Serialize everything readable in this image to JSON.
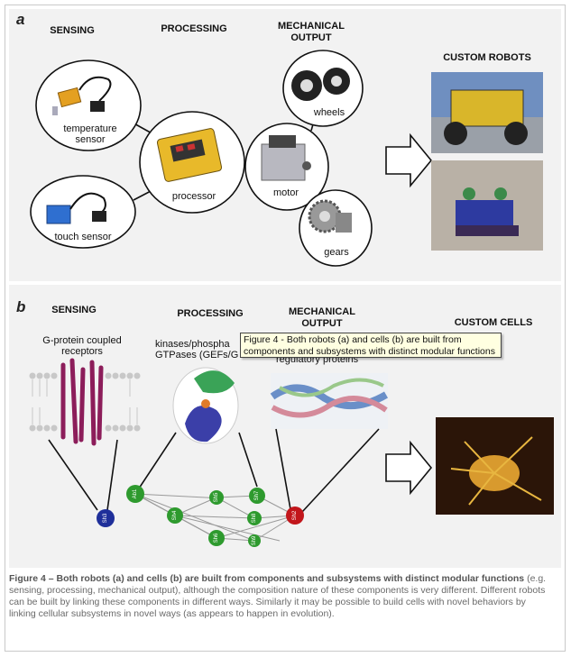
{
  "panel_a": {
    "letter": "a",
    "headers": {
      "sensing": "SENSING",
      "processing": "PROCESSING",
      "mechanical_output": [
        "MECHANICAL",
        "OUTPUT"
      ],
      "custom_robots": "CUSTOM ROBOTS"
    },
    "labels": {
      "temperature_sensor": [
        "temperature",
        "sensor"
      ],
      "touch_sensor": "touch sensor",
      "processor": "processor",
      "motor": "motor",
      "wheels": "wheels",
      "gears": "gears"
    }
  },
  "panel_b": {
    "letter": "b",
    "headers": {
      "sensing": "SENSING",
      "processing": "PROCESSING",
      "mechanical_output": [
        "MECHANICAL",
        "OUTPUT"
      ],
      "custom_cells": "CUSTOM CELLS"
    },
    "labels": {
      "gpcr": [
        "G-protein coupled",
        "receptors"
      ],
      "kinases": [
        "kinases/phospha",
        "GTPases (GEFs/G"
      ],
      "regulatory": "regulatory proteins"
    },
    "network_nodes": [
      "Sh3",
      "Ab1",
      "Sh4",
      "Sh5",
      "Sh6",
      "Sh7",
      "Sh8",
      "Sh9",
      "Sh2"
    ]
  },
  "tooltip": {
    "line1": "Figure 4 - Both robots (a) and cells (b) are built from",
    "line2": "components and subsystems with distinct modular functions"
  },
  "caption": {
    "bold": "Figure 4 – Both robots (a) and cells (b) are built from components and subsystems with distinct modular functions",
    "rest": " (e.g. sensing, processing, mechanical output), although the composition nature of these components is very different. Different robots can be built by linking these components in different ways. Similarly it may be possible to build cells with novel behaviors by linking cellular subsystems in novel ways (as appears to happen in evolution)."
  },
  "colors": {
    "panel_bg": "#f2f2f2",
    "sensing_node": "#1f2f9a",
    "processing_node": "#2e9a2e",
    "output_node": "#c2161b",
    "tooltip_bg": "#ffffe1"
  }
}
